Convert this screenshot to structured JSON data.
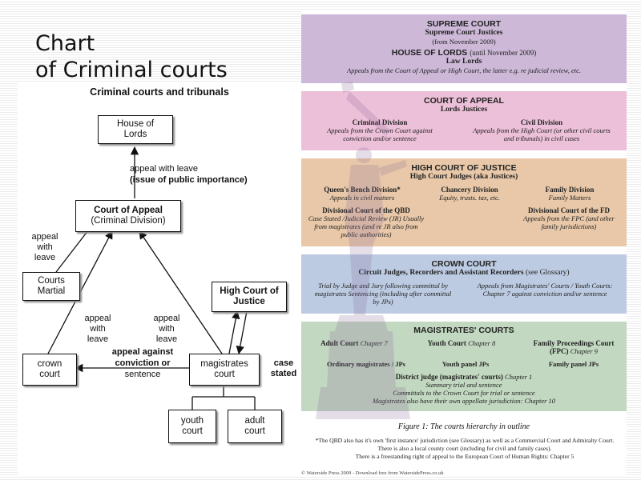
{
  "slide": {
    "title_line1": "Chart",
    "title_line2": "of Criminal courts"
  },
  "diagram": {
    "title": "Criminal courts and tribunals",
    "house_of_lords": "House of Lords",
    "court_of_appeal": "Court of Appeal",
    "court_of_appeal_sub": "(Criminal Division)",
    "courts_martial": "Courts Martial",
    "crown_court": "crown court",
    "magistrates_court": "magistrates court",
    "high_court": "High Court of Justice",
    "youth_court": "youth court",
    "adult_court": "adult court",
    "appeal_leave_hol": "appeal with leave",
    "public_importance": "(issue of public importance)",
    "appeal_with_leave": "appeal with leave",
    "appeal_against": "appeal against",
    "conviction_or": "conviction or",
    "sentence": "sentence",
    "case_stated": "case stated"
  },
  "panel": {
    "supreme": {
      "heading": "SUPREME COURT",
      "sub": "Supreme Court Justices",
      "date": "(from November 2009)",
      "lords": "HOUSE OF LORDS",
      "lords_date": "(until November 2009)",
      "lords_sub": "Law Lords",
      "appeals": "Appeals from the Court of Appeal or High Court, the latter e.g. re judicial review, etc."
    },
    "appeal": {
      "heading": "COURT OF APPEAL",
      "sub": "Lords Justices",
      "crim_title": "Criminal Division",
      "crim_text": "Appeals from the Crown Court against conviction and/or sentence",
      "civil_title": "Civil Division",
      "civil_text": "Appeals from the High Court (or other civil courts and tribunals) in civil cases"
    },
    "high": {
      "heading": "HIGH COURT OF JUSTICE",
      "sub": "High Court Judges (aka Justices)",
      "qbd_title": "Queen's Bench Division*",
      "qbd_text": "Appeals in civil matters",
      "chancery_title": "Chancery Division",
      "chancery_text": "Equity, trusts. tax, etc.",
      "family_title": "Family Division",
      "family_text": "Family Matters",
      "dc_qbd_title": "Divisional Court of the QBD",
      "dc_qbd_text": "Case Stated /Judicial Review (JR) Usually from magistrates (and re JR also from public authorities)",
      "dc_fd_title": "Divisional Court of the FD",
      "dc_fd_text": "Appeals from the FPC (and other family jurisdictions)"
    },
    "crown": {
      "heading": "CROWN COURT",
      "sub": "Circuit Judges, Recorders and Assistant Recorders",
      "see": "(see Glossary)",
      "left_text": "Trial by Judge and Jury following committal by magistrates Sentencing (including after committal by JPs)",
      "right_text": "Appeals from Magistrates' Courts / Youth Courts: Chapter 7 against conviction and/or sentence"
    },
    "mags": {
      "heading": "MAGISTRATES' COURTS",
      "adult": "Adult Court",
      "adult_ch": "Chapter 7",
      "youth": "Youth Court",
      "youth_ch": "Chapter 8",
      "fpc": "Family Proceedings Court (FPC)",
      "fpc_ch": "Chapter 9",
      "ordinary": "Ordinary magistrates / JPs",
      "youth_panel": "Youth panel JPs",
      "family_panel": "Family panel JPs",
      "district": "District judge (magistrates' courts)",
      "district_ch": "Chapter 1",
      "l1": "Summary trial and sentence",
      "l2": "Committals to the Crown Court for trial or sentence",
      "l3": "Magistrates also have their own appellate jurisdiction: Chapter 10"
    },
    "figure": "Figure 1: The courts hierarchy in outline",
    "note1": "*The QBD also has it's own 'first instance' jurisdiction (see Glossary) as well as a Commercial Court and Admiralty Court. There is also a local county court (including for civil and family cases).",
    "note2": "There is a freestanding right of appeal to the European Court of Human Rights: Chapter 5",
    "copyright": "© Waterside Press 2009 - Download free from WatersidePress.co.uk"
  },
  "colors": {
    "supreme": "#cdb8d8",
    "appeal": "#ecc0d8",
    "high": "#e8c8a8",
    "crown": "#bccbe2",
    "mags": "#c2d8c0"
  }
}
